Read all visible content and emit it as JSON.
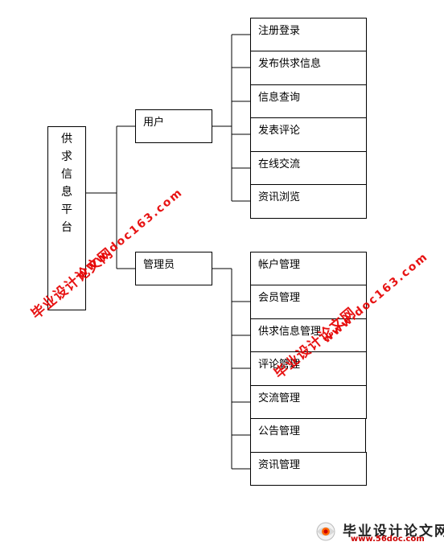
{
  "root": {
    "label": [
      "供",
      "求",
      "信",
      "息",
      "平",
      "台"
    ]
  },
  "branches": [
    {
      "label": "用户",
      "children": [
        "注册登录",
        "发布供求信息",
        "信息查询",
        "发表评论",
        "在线交流",
        "资讯浏览"
      ]
    },
    {
      "label": "管理员",
      "children": [
        "帐户管理",
        "会员管理",
        "供求信息管理",
        "评论管理",
        "交流管理",
        "公告管理",
        "资讯管理"
      ]
    }
  ],
  "watermarks": {
    "cn": "毕业设计论文网",
    "url": "www.doc163.com"
  },
  "logo": {
    "title": "毕业设计论文网",
    "url": "www.56doc.com"
  },
  "colors": {
    "watermark": "#e60000",
    "line": "#000000"
  }
}
